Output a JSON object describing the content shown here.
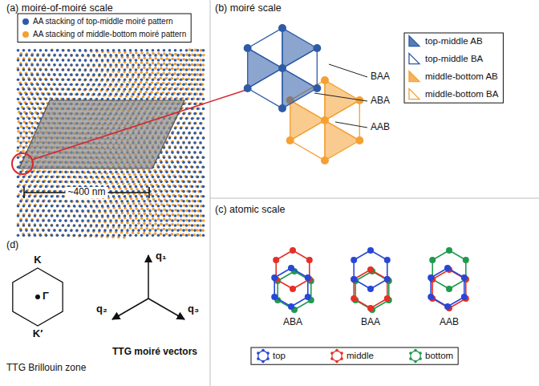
{
  "diagram": {
    "labels": [
      "(a) moiré-of-moiré scale",
      "~400 nm",
      "(b) moiré scale",
      "BAA",
      "ABA",
      "AAB",
      "(c) atomic scale",
      "ABA",
      "BAA",
      "AAB",
      "(d)",
      "K",
      "Γ",
      "K′",
      "q₁",
      "q₂",
      "q₃",
      "TTG moiré vectors",
      "TTG Brillouin zone"
    ],
    "legend": [
      {
        "text": "AA stacking of top-middle moiré pattern",
        "color": "#2d5ba6"
      },
      {
        "text": "AA stacking of middle-bottom moiré pattern",
        "color": "#f5a033"
      },
      {
        "text": "top-middle AB"
      },
      {
        "text": "top-middle BA"
      },
      {
        "text": "middle-bottom AB"
      },
      {
        "text": "middle-bottom BA"
      },
      {
        "text": "top"
      },
      {
        "text": "middle"
      },
      {
        "text": "bottom"
      }
    ]
  }
}
